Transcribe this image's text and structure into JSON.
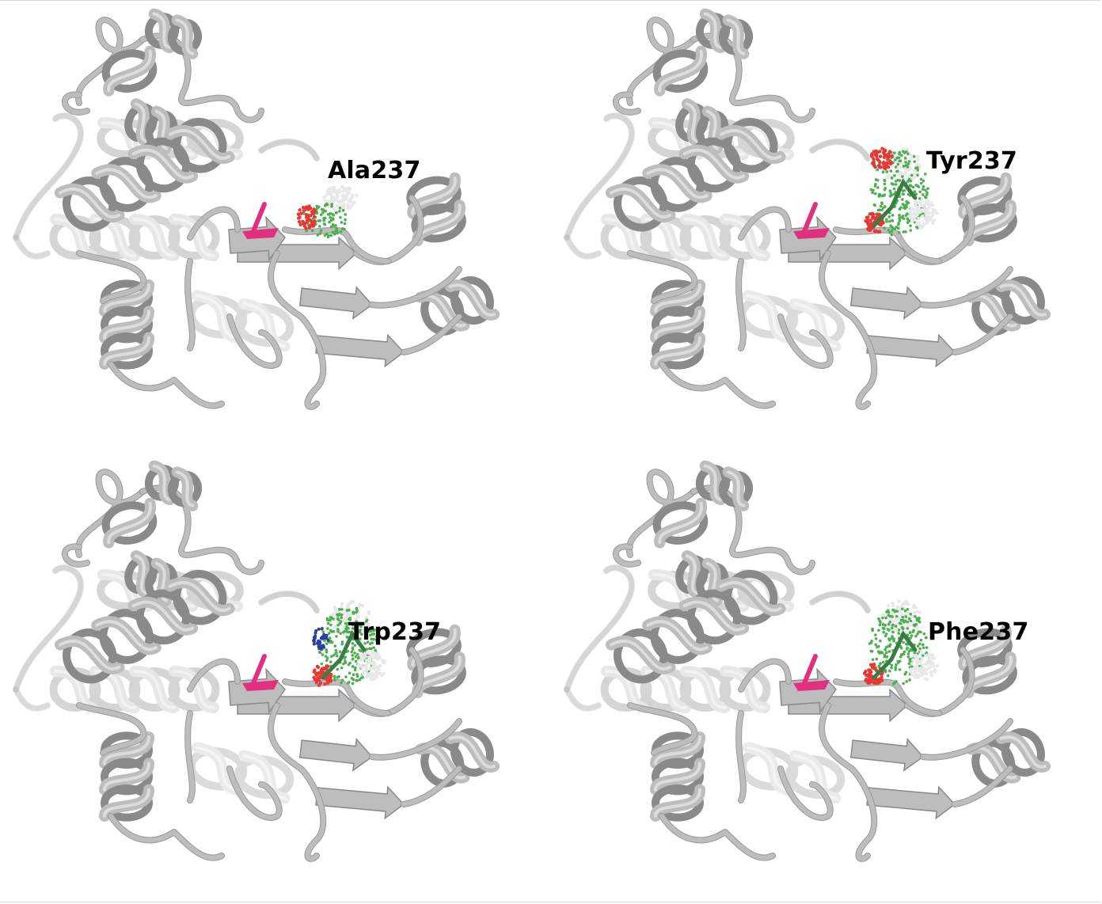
{
  "panels": [
    {
      "label": "Ala237",
      "mutant": "alanine"
    },
    {
      "label": "Tyr237",
      "mutant": "tyrosine"
    },
    {
      "label": "Trp237",
      "mutant": "tryptophan"
    },
    {
      "label": "Phe237",
      "mutant": "phenylalanine"
    }
  ],
  "colors": {
    "ribbon": "#bdbdbd",
    "ribbon_dark": "#8a8a8a",
    "ligand": "#e0307f",
    "dots_carbon": "#4caf50",
    "dots_oxygen": "#e53935",
    "dots_hydrogen": "#e8e8e8",
    "dots_nitrogen": "#2a3f9e"
  }
}
